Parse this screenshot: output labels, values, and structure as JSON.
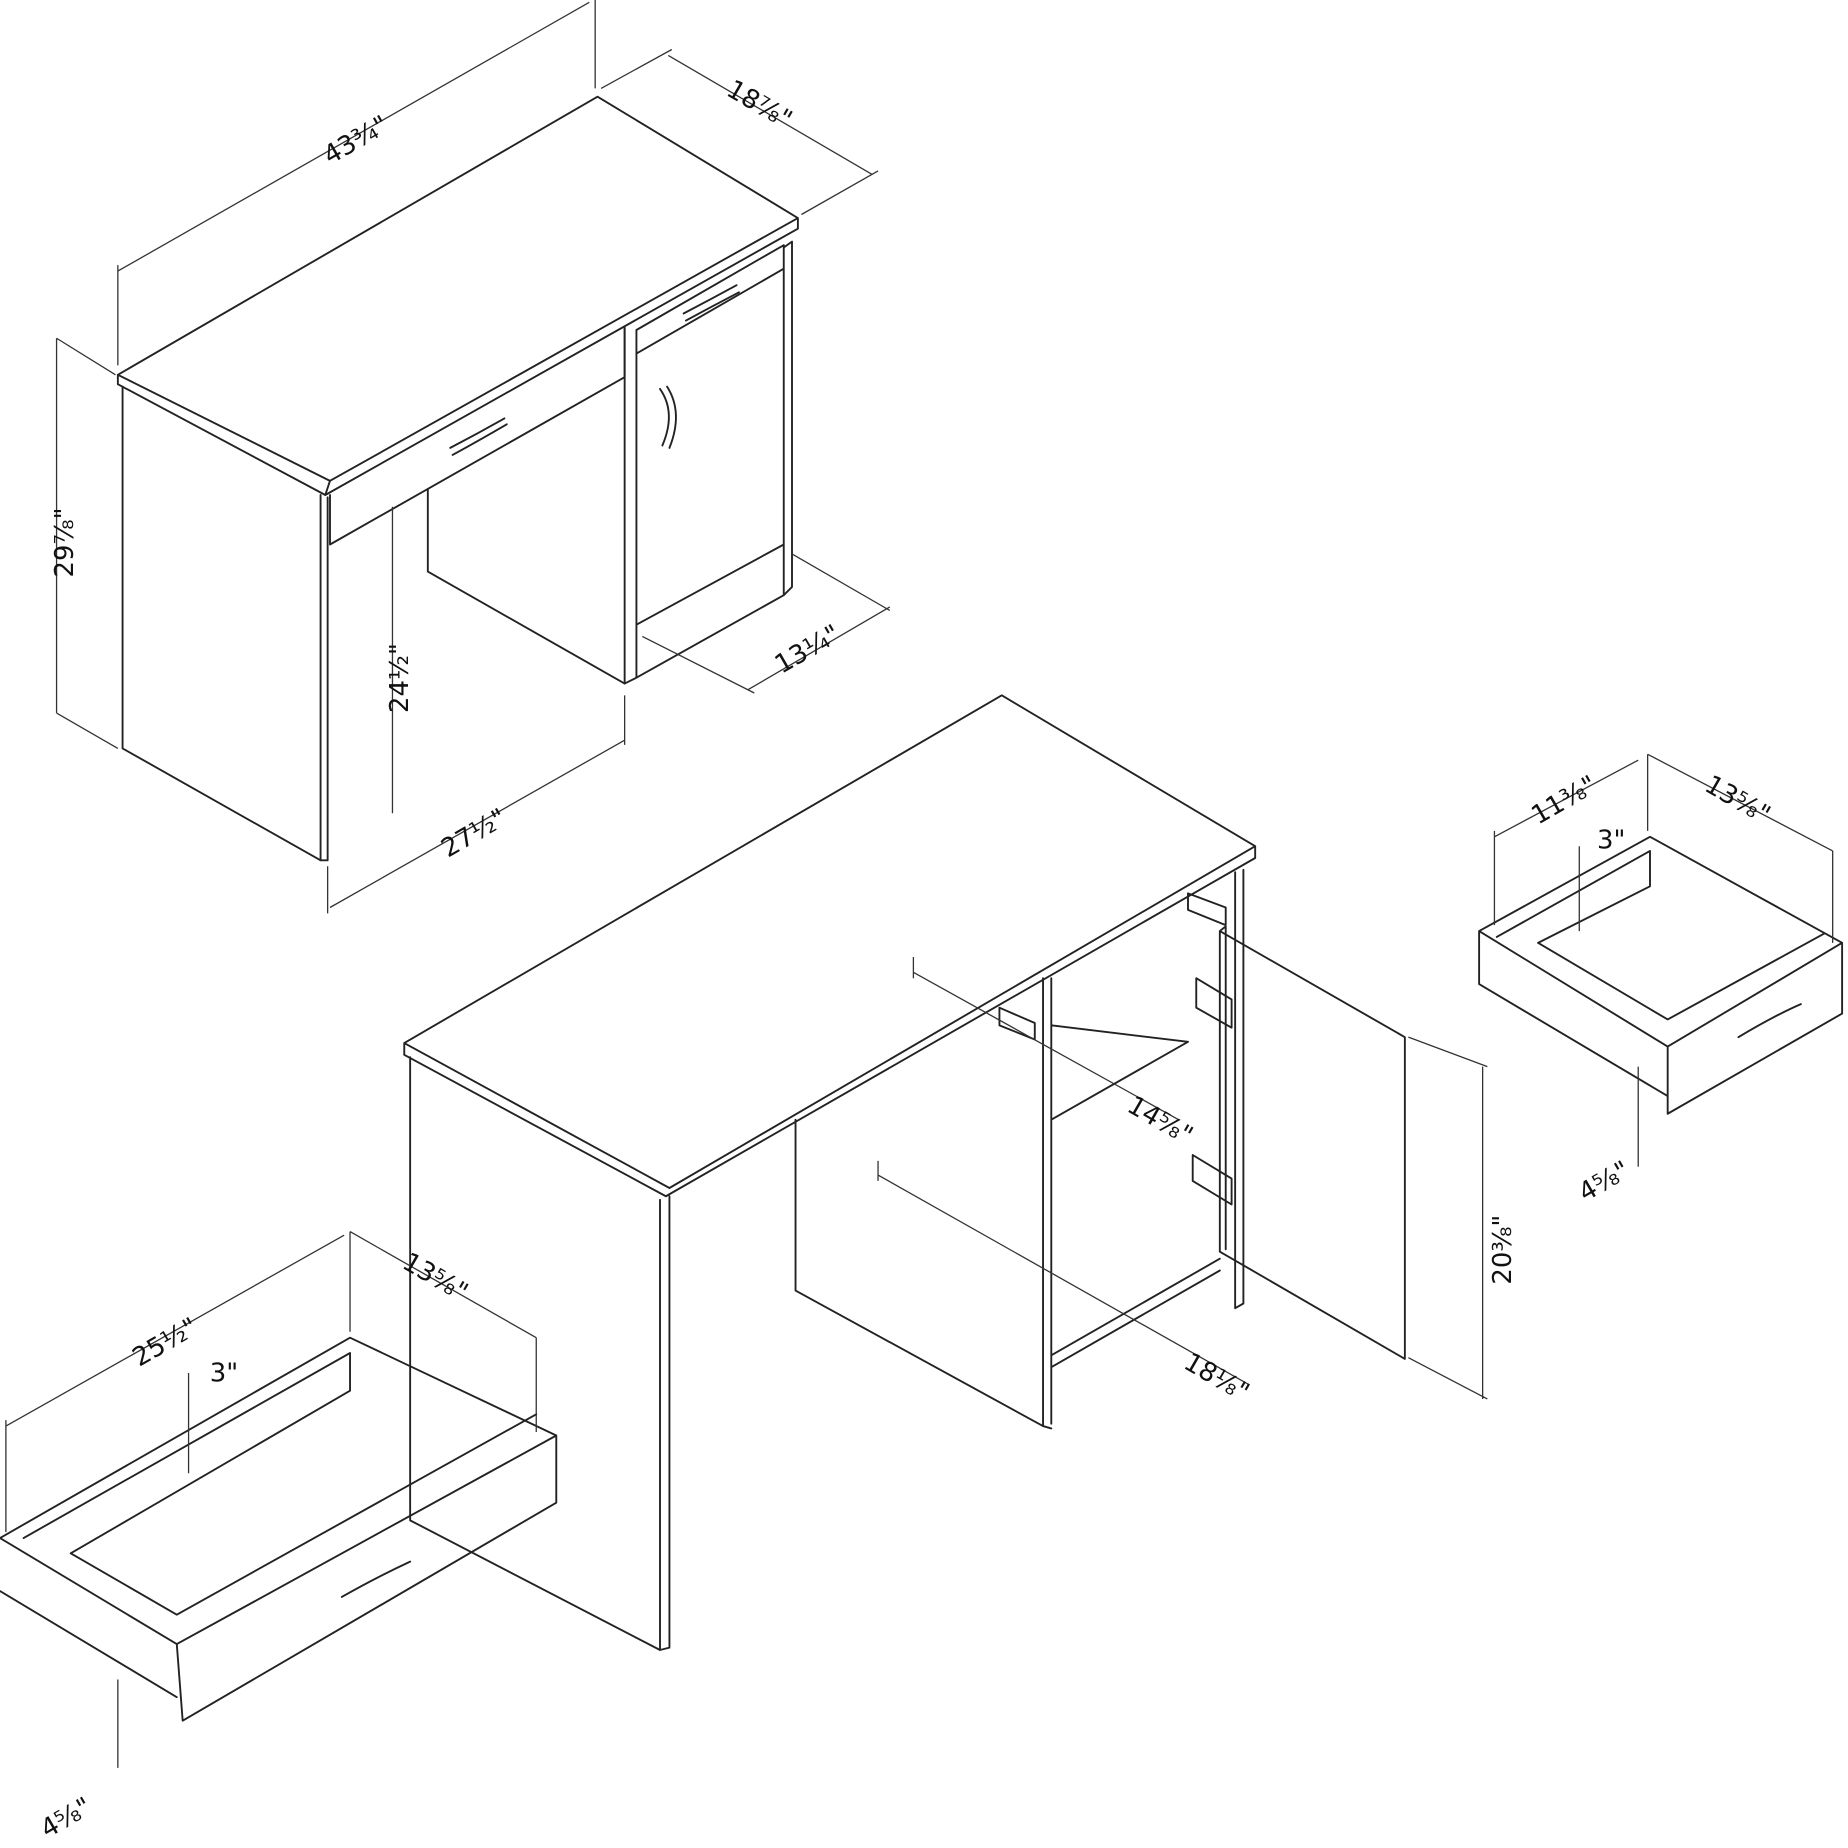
{
  "title": "Desk dimensions diagram",
  "assembled_desk": {
    "width": "43¾\"",
    "depth": "18⅞\"",
    "height": "29⅞\"",
    "knee_height": "24½\"",
    "knee_width": "27½\"",
    "cabinet_depth": "13¼\""
  },
  "open_desk": {
    "shelf_depth": "14⅝\"",
    "cabinet_depth": "18⅛\"",
    "door_height": "20⅜\""
  },
  "small_drawer": {
    "width": "11⅜\"",
    "depth": "13⅝\"",
    "inner_height": "3\"",
    "front_height": "4⅝\""
  },
  "large_drawer": {
    "width": "25½\"",
    "depth": "13⅝\"",
    "inner_height": "3\"",
    "front_height": "4⅝\""
  }
}
